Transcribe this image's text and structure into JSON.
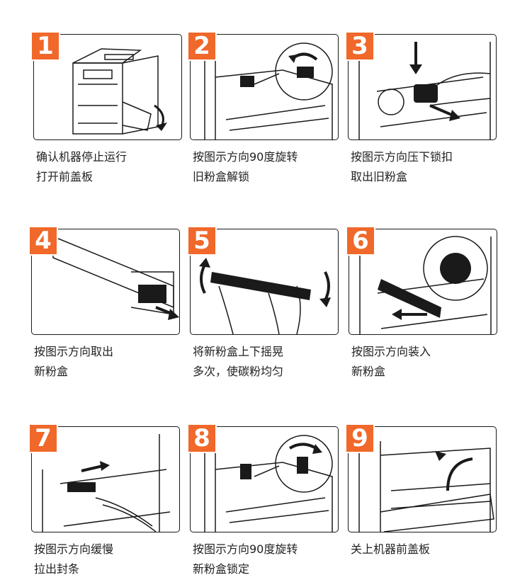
{
  "steps": [
    {
      "number": "1",
      "line1": "确认机器停止运行",
      "line2": "打开前盖板"
    },
    {
      "number": "2",
      "line1": "按图示方向90度旋转",
      "line2": "旧粉盒解锁"
    },
    {
      "number": "3",
      "line1": "按图示方向压下锁扣",
      "line2": "取出旧粉盒"
    },
    {
      "number": "4",
      "line1": "按图示方向取出",
      "line2": "新粉盒"
    },
    {
      "number": "5",
      "line1": "将新粉盒上下摇晃",
      "line2": "多次，使碳粉均匀"
    },
    {
      "number": "6",
      "line1": "按图示方向装入",
      "line2": "新粉盒"
    },
    {
      "number": "7",
      "line1": "按图示方向缓慢",
      "line2": "拉出封条"
    },
    {
      "number": "8",
      "line1": "按图示方向90度旋转",
      "line2": "新粉盒锁定"
    },
    {
      "number": "9",
      "line1": "关上机器前盖板",
      "line2": ""
    }
  ],
  "colors": {
    "badge": "#f0682a",
    "line": "#1a1a1a"
  }
}
